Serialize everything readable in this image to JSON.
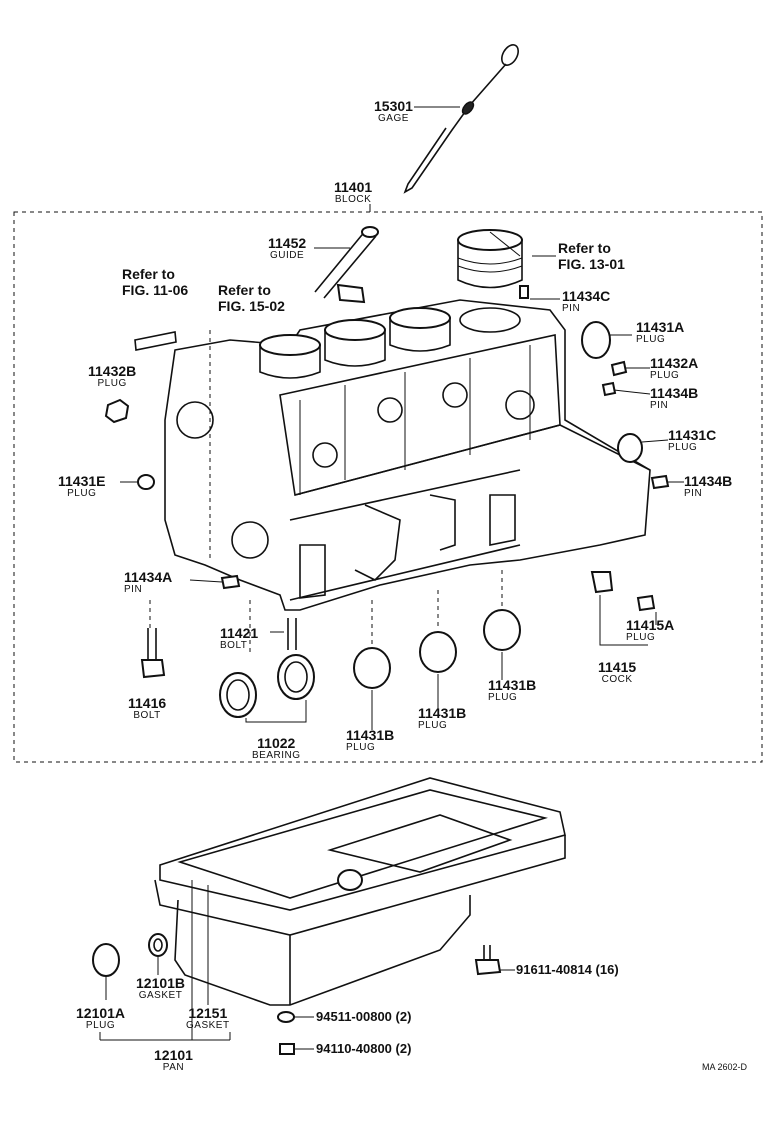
{
  "labels": [
    {
      "id": "gage",
      "num": "15301",
      "name": "GAGE"
    },
    {
      "id": "block",
      "num": "11401",
      "name": "BLOCK"
    },
    {
      "id": "guide",
      "num": "11452",
      "name": "GUIDE"
    },
    {
      "id": "c11434c",
      "num": "11434C",
      "name": "PIN"
    },
    {
      "id": "c11431a",
      "num": "11431A",
      "name": "PLUG"
    },
    {
      "id": "c11432a",
      "num": "11432A",
      "name": "PLUG"
    },
    {
      "id": "c11434b1",
      "num": "11434B",
      "name": "PIN"
    },
    {
      "id": "c11431c",
      "num": "11431C",
      "name": "PLUG"
    },
    {
      "id": "c11434b2",
      "num": "11434B",
      "name": "PIN"
    },
    {
      "id": "c11432b",
      "num": "11432B",
      "name": "PLUG"
    },
    {
      "id": "c11431e",
      "num": "11431E",
      "name": "PLUG"
    },
    {
      "id": "c11434a",
      "num": "11434A",
      "name": "PIN"
    },
    {
      "id": "c11421",
      "num": "11421",
      "name": "BOLT"
    },
    {
      "id": "c11415a",
      "num": "11415A",
      "name": "PLUG"
    },
    {
      "id": "c11415",
      "num": "11415",
      "name": "COCK"
    },
    {
      "id": "c11416",
      "num": "11416",
      "name": "BOLT"
    },
    {
      "id": "c11022",
      "num": "11022",
      "name": "BEARING"
    },
    {
      "id": "c11431b1",
      "num": "11431B",
      "name": "PLUG"
    },
    {
      "id": "c11431b2",
      "num": "11431B",
      "name": "PLUG"
    },
    {
      "id": "c11431b3",
      "num": "11431B",
      "name": "PLUG"
    },
    {
      "id": "c12101b",
      "num": "12101B",
      "name": "GASKET"
    },
    {
      "id": "c12101a",
      "num": "12101A",
      "name": "PLUG"
    },
    {
      "id": "c12151",
      "num": "12151",
      "name": "GASKET"
    },
    {
      "id": "c12101",
      "num": "12101",
      "name": "PAN"
    }
  ],
  "refs": {
    "fig1301": [
      "Refer to",
      "FIG. 13-01"
    ],
    "fig1106": [
      "Refer to",
      "FIG. 11-06"
    ],
    "fig1502": [
      "Refer to",
      "FIG. 15-02"
    ]
  },
  "fasteners": {
    "bolt_91611": "91611-40814 (16)",
    "washer_94511": "94511-00800 (2)",
    "nut_94110": "94110-40800 (2)"
  },
  "code": "MA 2602-D"
}
